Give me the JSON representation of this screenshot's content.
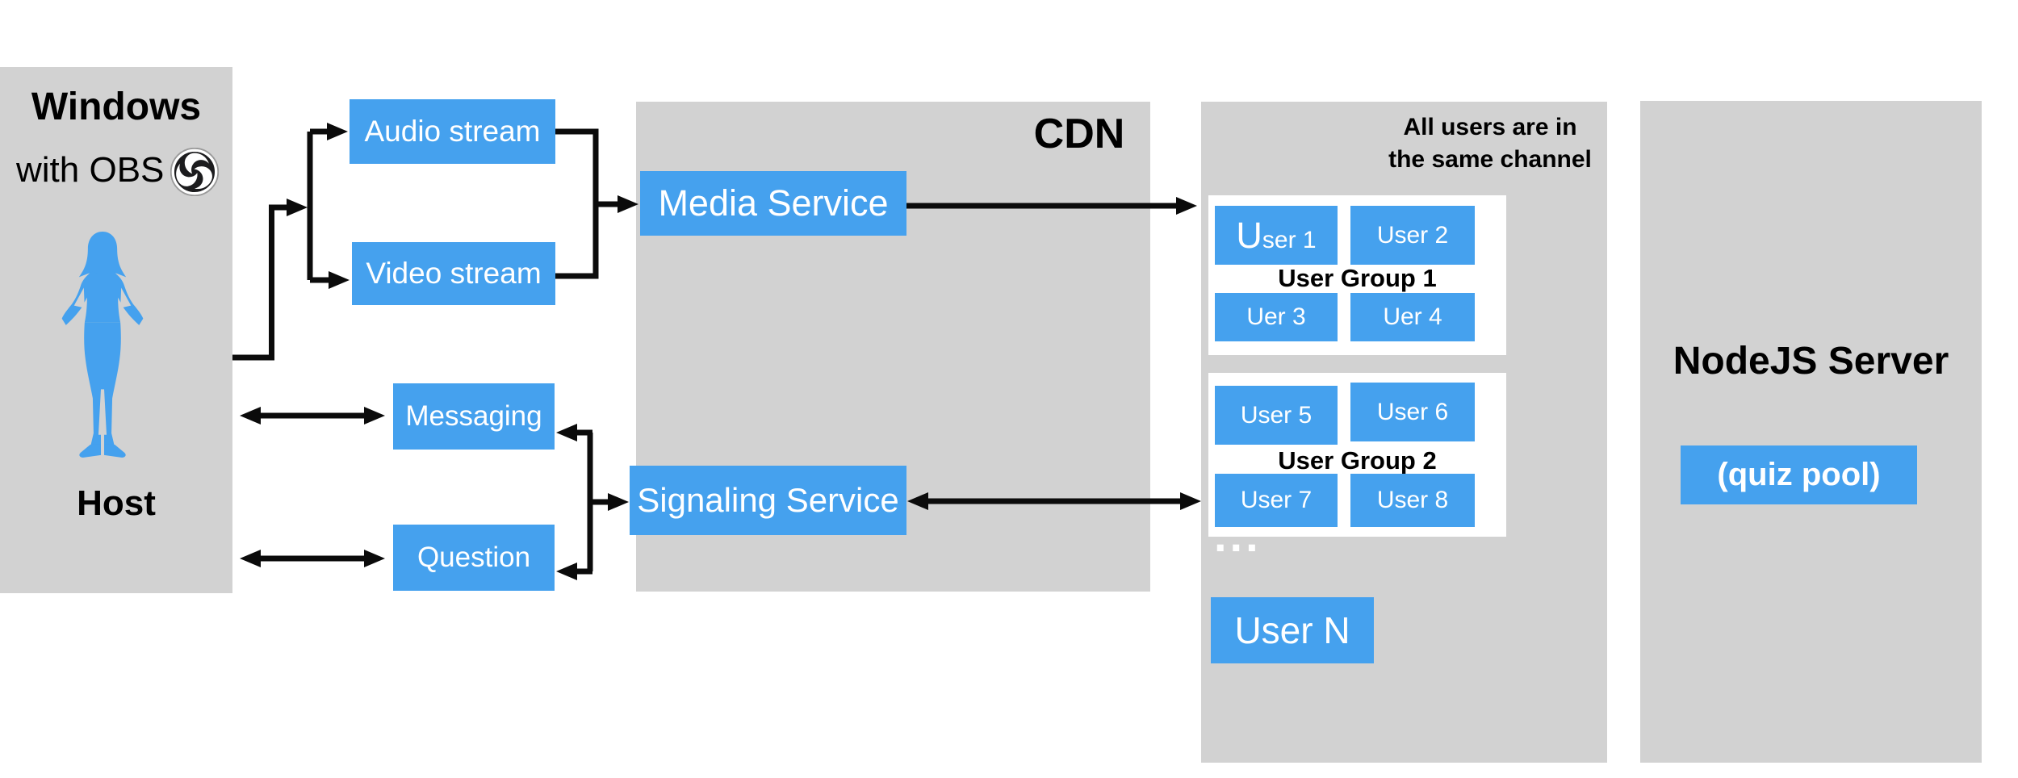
{
  "colors": {
    "accent_blue": "#45a1ee",
    "panel_gray": "#d2d2d2",
    "arrow_black": "#0b0b0b",
    "text_black": "#000000",
    "white_text": "#ffffff"
  },
  "host_panel": {
    "title": "Windows",
    "subtitle": "with OBS",
    "obs_icon": "obs-logo-icon",
    "figure": "host-woman-silhouette",
    "host_label": "Host"
  },
  "stream_boxes": {
    "audio": "Audio stream",
    "video": "Video stream"
  },
  "client_boxes": {
    "messaging": "Messaging",
    "question": "Question"
  },
  "cdn_panel": {
    "label": "CDN",
    "media_service": "Media Service",
    "signaling_service": "Signaling Service"
  },
  "users_panel": {
    "caption_line1": "All users are in",
    "caption_line2": "the same channel",
    "groups": [
      {
        "label": "User Group 1",
        "members": [
          "User 1",
          "User 2",
          "Uer 3",
          "Uer 4"
        ]
      },
      {
        "label": "User Group 2",
        "members": [
          "User 5",
          "User 6",
          "User 7",
          "User 8"
        ]
      }
    ],
    "ellipsis": "...",
    "user_n": "User N"
  },
  "nodejs_panel": {
    "title": "NodeJS Server",
    "quiz_pool": "(quiz pool)"
  }
}
